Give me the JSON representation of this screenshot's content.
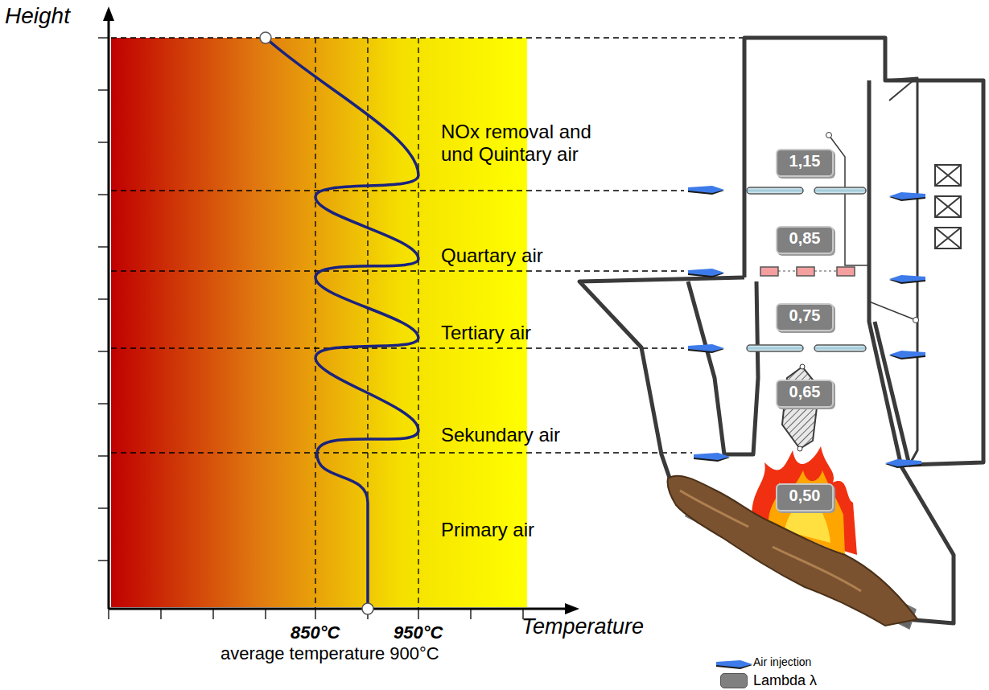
{
  "diagram": {
    "nodes": [
      {
        "text": [
          "1,15"
        ]
      },
      {
        "text": [
          "0,85"
        ]
      },
      {
        "text": [
          "0,75"
        ]
      },
      {
        "text": [
          "0,65"
        ]
      },
      {
        "text": [
          "0,50"
        ]
      }
    ],
    "labels": [
      "Height",
      "NOx removal and und Quintary air",
      "Quartary air",
      "Tertiary air",
      "Sekundary air",
      "Primary air",
      "850°C",
      "950°C",
      "Temperature",
      "average temperature 900°C"
    ],
    "legend": [
      {
        "text": "Air injection"
      },
      {
        "text": "Lambda λ",
        "color": "#808080"
      }
    ]
  }
}
